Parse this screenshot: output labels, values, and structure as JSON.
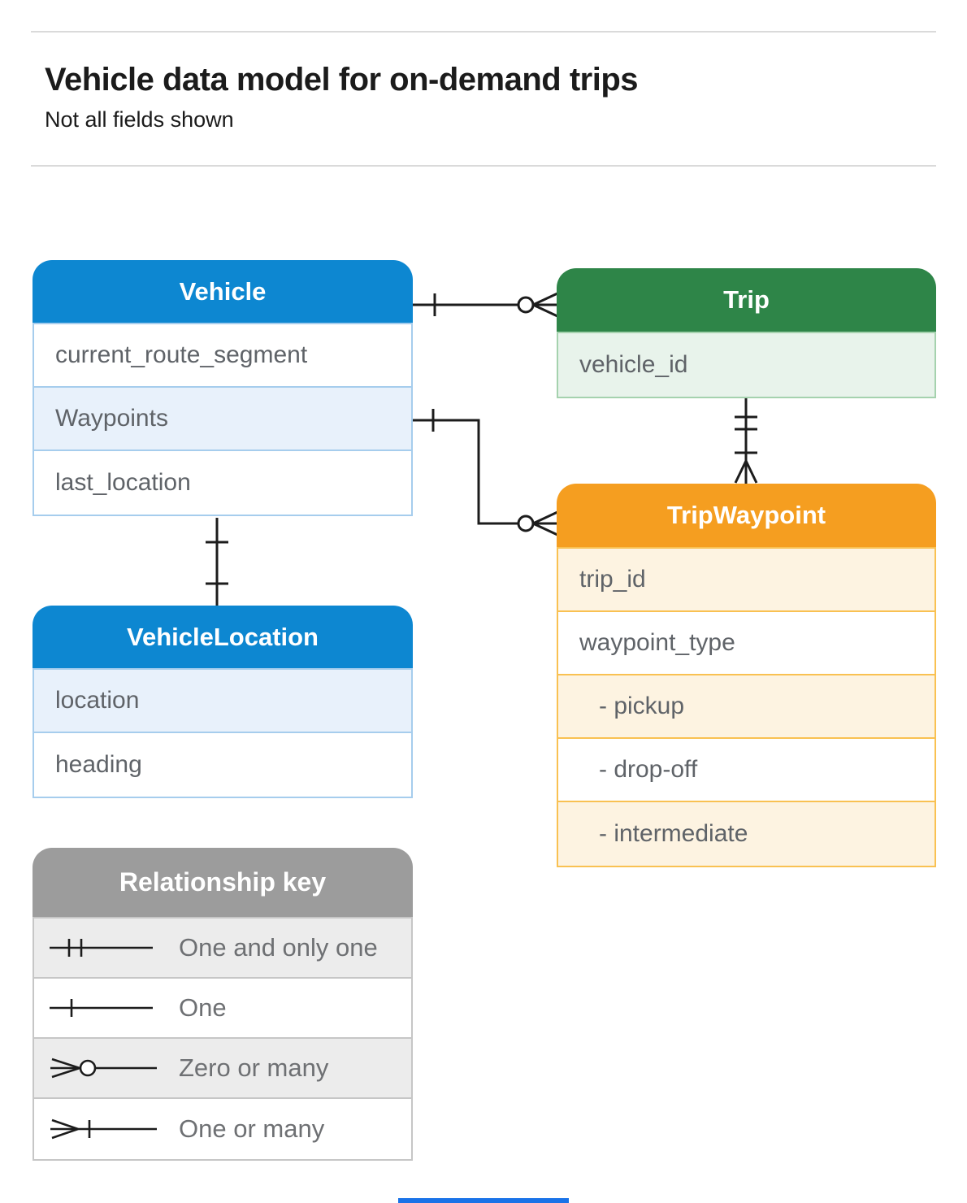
{
  "page": {
    "title": "Vehicle data model for on-demand trips",
    "subtitle": "Not all fields shown"
  },
  "colors": {
    "blue": "#0d87d1",
    "blue-light": "#e8f1fb",
    "blue-border": "#a6cded",
    "green": "#2e8548",
    "green-light": "#e8f3eb",
    "green-border": "#a5d2ae",
    "orange": "#f59e20",
    "orange-light": "#fdf3e1",
    "orange-border": "#f9c152",
    "gray": "#9c9c9c",
    "gray-light": "#ececec",
    "gray-border": "#c6c6c6",
    "title-text": "#1b1b1b",
    "field-text": "#5f6368",
    "legend-text": "#6e7073",
    "divider": "#dadada",
    "line": "#1c1c1c",
    "accent": "#1a73e8"
  },
  "tables": {
    "vehicle": {
      "title": "Vehicle",
      "fields": [
        "current_route_segment",
        "Waypoints",
        "last_location"
      ]
    },
    "trip": {
      "title": "Trip",
      "fields": [
        "vehicle_id"
      ]
    },
    "trip_waypoint": {
      "title": "TripWaypoint",
      "fields": [
        "trip_id",
        "waypoint_type",
        "- pickup",
        "- drop-off",
        "- intermediate"
      ]
    },
    "vehicle_location": {
      "title": "VehicleLocation",
      "fields": [
        "location",
        "heading"
      ]
    }
  },
  "legend": {
    "title": "Relationship key",
    "items": [
      {
        "symbol": "one-and-only-one-icon",
        "label": "One and only one"
      },
      {
        "symbol": "one-icon",
        "label": "One"
      },
      {
        "symbol": "zero-or-many-icon",
        "label": "Zero or many"
      },
      {
        "symbol": "one-or-many-icon",
        "label": "One or many"
      }
    ]
  },
  "relationships": [
    {
      "from": "Vehicle",
      "to": "Trip",
      "from_cardinality": "one",
      "to_cardinality": "zero-or-many"
    },
    {
      "from": "Vehicle.Waypoints",
      "to": "TripWaypoint",
      "from_cardinality": "one",
      "to_cardinality": "zero-or-many"
    },
    {
      "from": "Trip",
      "to": "TripWaypoint",
      "from_cardinality": "one-and-only-one",
      "to_cardinality": "one-or-many"
    },
    {
      "from": "Vehicle",
      "to": "VehicleLocation",
      "from_cardinality": "one",
      "to_cardinality": "one"
    }
  ]
}
